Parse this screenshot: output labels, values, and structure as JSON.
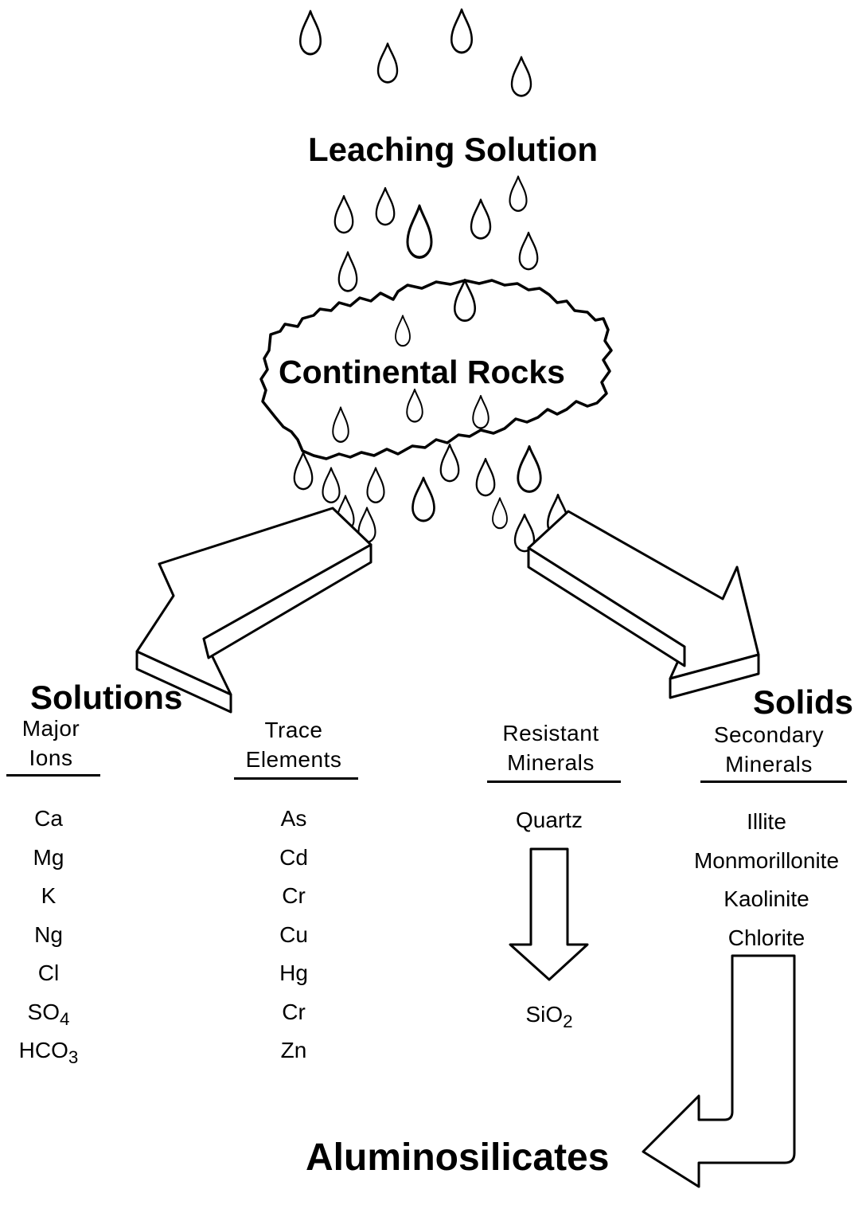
{
  "diagram": {
    "labels": {
      "leaching_solution": "Leaching Solution",
      "continental_rocks": "Continental Rocks",
      "solutions": "Solutions",
      "solids": "Solids",
      "aluminosilicates": "Aluminosilicates"
    },
    "columns": {
      "major_ions": {
        "header_line1": "Major",
        "header_line2": "Ions",
        "items": [
          {
            "base": "Ca",
            "sub": ""
          },
          {
            "base": "Mg",
            "sub": ""
          },
          {
            "base": "K",
            "sub": ""
          },
          {
            "base": "Ng",
            "sub": ""
          },
          {
            "base": "Cl",
            "sub": ""
          },
          {
            "base": "SO",
            "sub": "4"
          },
          {
            "base": "HCO",
            "sub": "3"
          }
        ]
      },
      "trace_elements": {
        "header_line1": "Trace",
        "header_line2": "Elements",
        "items": [
          "As",
          "Cd",
          "Cr",
          "Cu",
          "Hg",
          "Cr",
          "Zn"
        ]
      },
      "resistant_minerals": {
        "header_line1": "Resistant",
        "header_line2": "Minerals",
        "items": [
          "Quartz"
        ],
        "product_base": "SiO",
        "product_sub": "2"
      },
      "secondary_minerals": {
        "header_line1": "Secondary",
        "header_line2": "Minerals",
        "items": [
          "Illite",
          "Monmorillonite",
          "Kaolinite",
          "Chlorite"
        ]
      }
    },
    "icons": [
      "raindrop-icon",
      "rock-outline-icon",
      "block-arrow-icon"
    ]
  }
}
